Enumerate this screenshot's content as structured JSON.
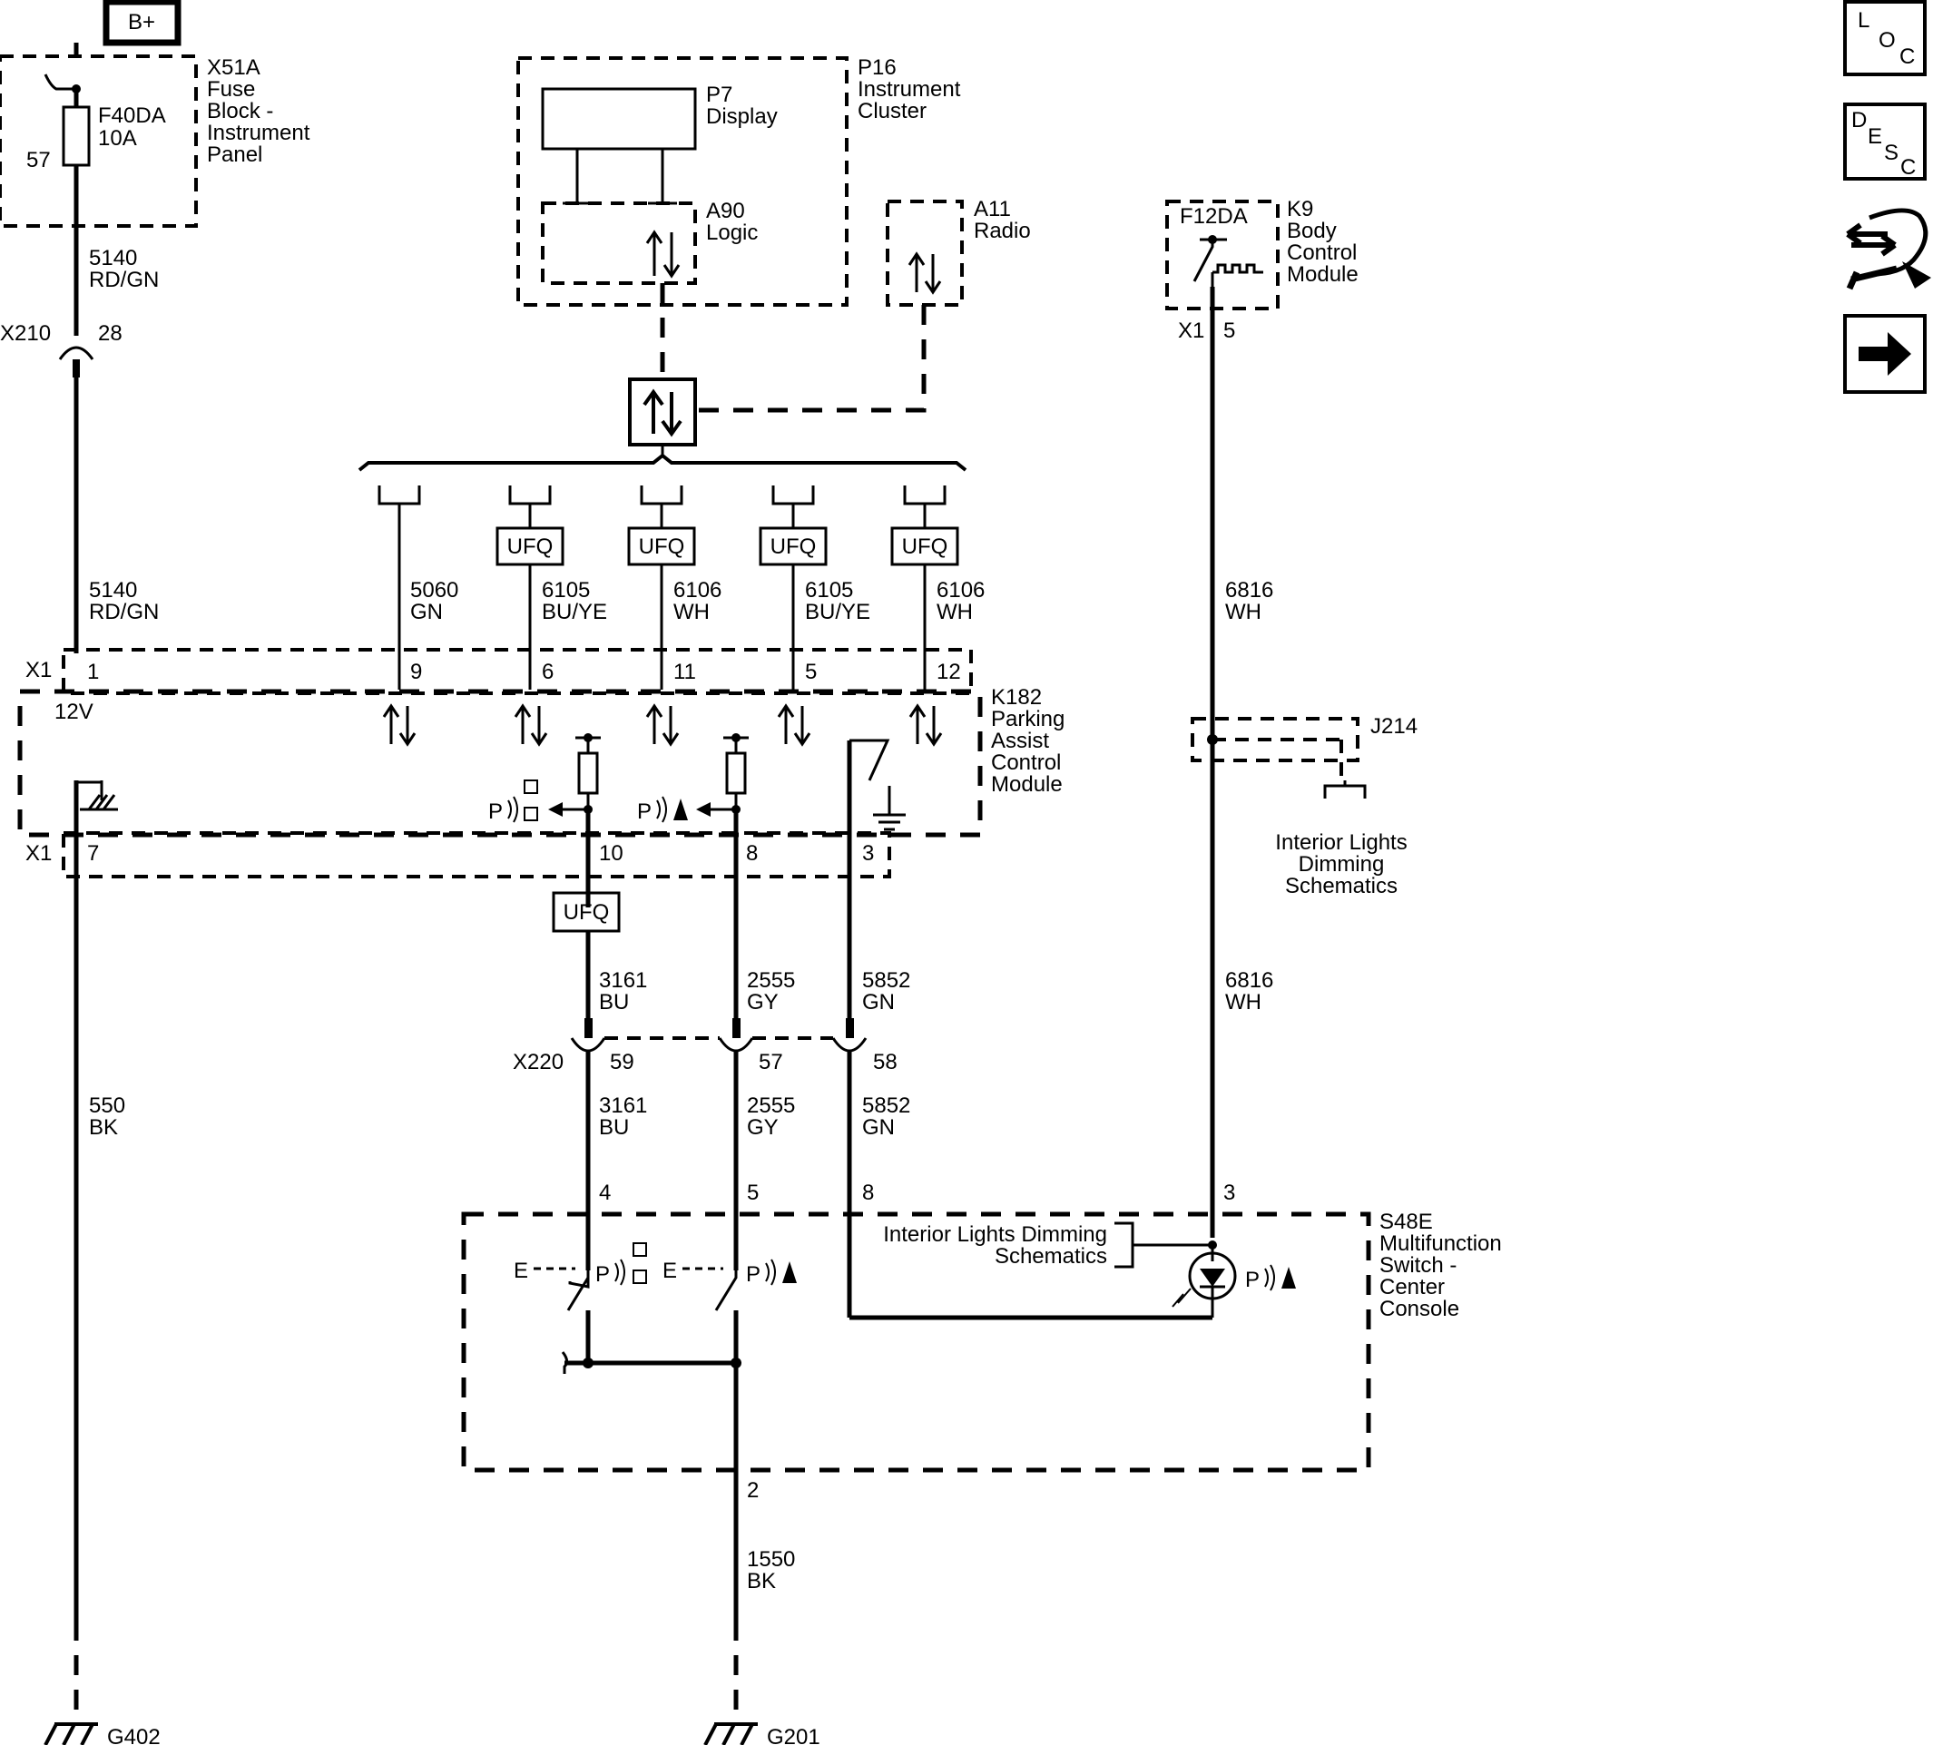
{
  "power": {
    "label": "B+"
  },
  "nav": {
    "loc": [
      "L",
      "O",
      "C"
    ],
    "desc": [
      "D",
      "E",
      "S",
      "C"
    ]
  },
  "x51a": {
    "title": [
      "X51A",
      "Fuse",
      "Block -",
      "Instrument",
      "Panel"
    ],
    "fuse": [
      "F40DA",
      "10A"
    ],
    "pin": "57"
  },
  "wire5140_top": [
    "5140",
    "RD/GN"
  ],
  "x210": {
    "name": "X210",
    "pin": "28"
  },
  "wire5140_bot": [
    "5140",
    "RD/GN"
  ],
  "p16": {
    "title": [
      "P16",
      "Instrument",
      "Cluster"
    ]
  },
  "p7": [
    "P7",
    "Display"
  ],
  "a90": [
    "A90",
    "Logic"
  ],
  "a11": [
    "A11",
    "Radio"
  ],
  "k9": {
    "fuse": "F12DA",
    "title": [
      "K9",
      "Body",
      "Control",
      "Module"
    ],
    "conn": "X1",
    "pin": "5"
  },
  "ufq": "UFQ",
  "bus_wires": [
    {
      "circuit": "5060",
      "color": "GN",
      "pin": "9"
    },
    {
      "circuit": "6105",
      "color": "BU/YE",
      "pin": "6"
    },
    {
      "circuit": "6106",
      "color": "WH",
      "pin": "11"
    },
    {
      "circuit": "6105",
      "color": "BU/YE",
      "pin": "5"
    },
    {
      "circuit": "6106",
      "color": "WH",
      "pin": "12"
    }
  ],
  "wire6816_top": [
    "6816",
    "WH"
  ],
  "wire6816_bot": [
    "6816",
    "WH"
  ],
  "k182": {
    "title": [
      "K182",
      "Parking",
      "Assist",
      "Control",
      "Module"
    ],
    "conn_top": "X1",
    "pin1": "1",
    "v12": "12V",
    "conn_bot": "X1",
    "pin7": "7",
    "pin10": "10",
    "pin8": "8",
    "pin3": "3"
  },
  "j214": {
    "name": "J214",
    "ref": [
      "Interior Lights",
      "Dimming",
      "Schematics"
    ]
  },
  "mid_wires": [
    {
      "circuit": "3161",
      "color": "BU"
    },
    {
      "circuit": "2555",
      "color": "GY"
    },
    {
      "circuit": "5852",
      "color": "GN"
    }
  ],
  "x220": {
    "name": "X220",
    "pins": [
      "59",
      "57",
      "58"
    ]
  },
  "low_wires": [
    {
      "circuit": "3161",
      "color": "BU"
    },
    {
      "circuit": "2555",
      "color": "GY"
    },
    {
      "circuit": "5852",
      "color": "GN"
    }
  ],
  "wire550": [
    "550",
    "BK"
  ],
  "s48e": {
    "title": [
      "S48E",
      "Multifunction",
      "Switch -",
      "Center",
      "Console"
    ],
    "pins": [
      "4",
      "5",
      "8",
      "3"
    ],
    "dim_ref": [
      "Interior Lights Dimming",
      "Schematics"
    ],
    "pin2": "2"
  },
  "wire1550": [
    "1550",
    "BK"
  ],
  "grounds": [
    "G402",
    "G201"
  ],
  "symbols": {
    "park": "P",
    "enable": "E"
  }
}
